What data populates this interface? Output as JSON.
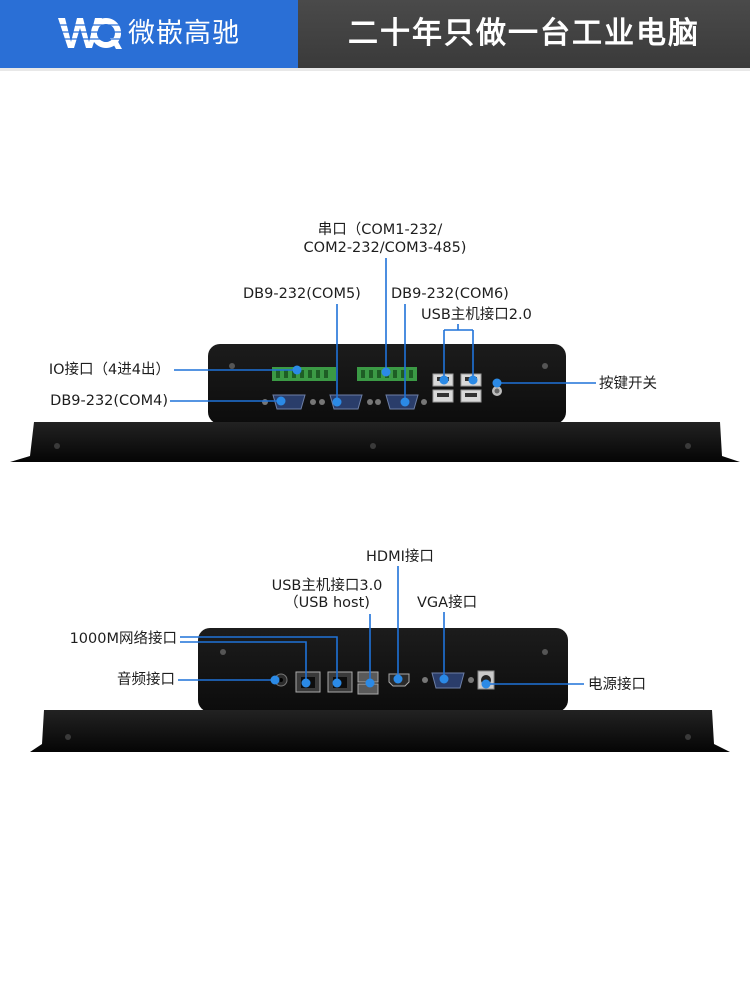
{
  "header": {
    "brand": "微嵌高驰",
    "slogan": "二十年只做一台工业电脑",
    "logo_icon": "wq-logo-icon",
    "brand_color": "#2a6fd6",
    "dark_color": "#3d3d3d"
  },
  "panel_top": {
    "labels": {
      "serial_line1": "串口（COM1-232/",
      "serial_line2": "COM2-232/COM3-485)",
      "db9_com5": "DB9-232(COM5)",
      "db9_com6": "DB9-232(COM6)",
      "usb2": "USB主机接口2.0",
      "io": "IO接口（4进4出）",
      "db9_com4": "DB9-232(COM4)",
      "power_switch": "按键开关"
    }
  },
  "panel_bottom": {
    "labels": {
      "hdmi": "HDMI接口",
      "usb3_line1": "USB主机接口3.0",
      "usb3_line2": "（USB host)",
      "vga": "VGA接口",
      "lan": "1000M网络接口",
      "audio": "音频接口",
      "power": "电源接口"
    }
  },
  "colors": {
    "leader": "#1f72d8",
    "dot": "#2b8ae6",
    "chassis": "#111111"
  }
}
